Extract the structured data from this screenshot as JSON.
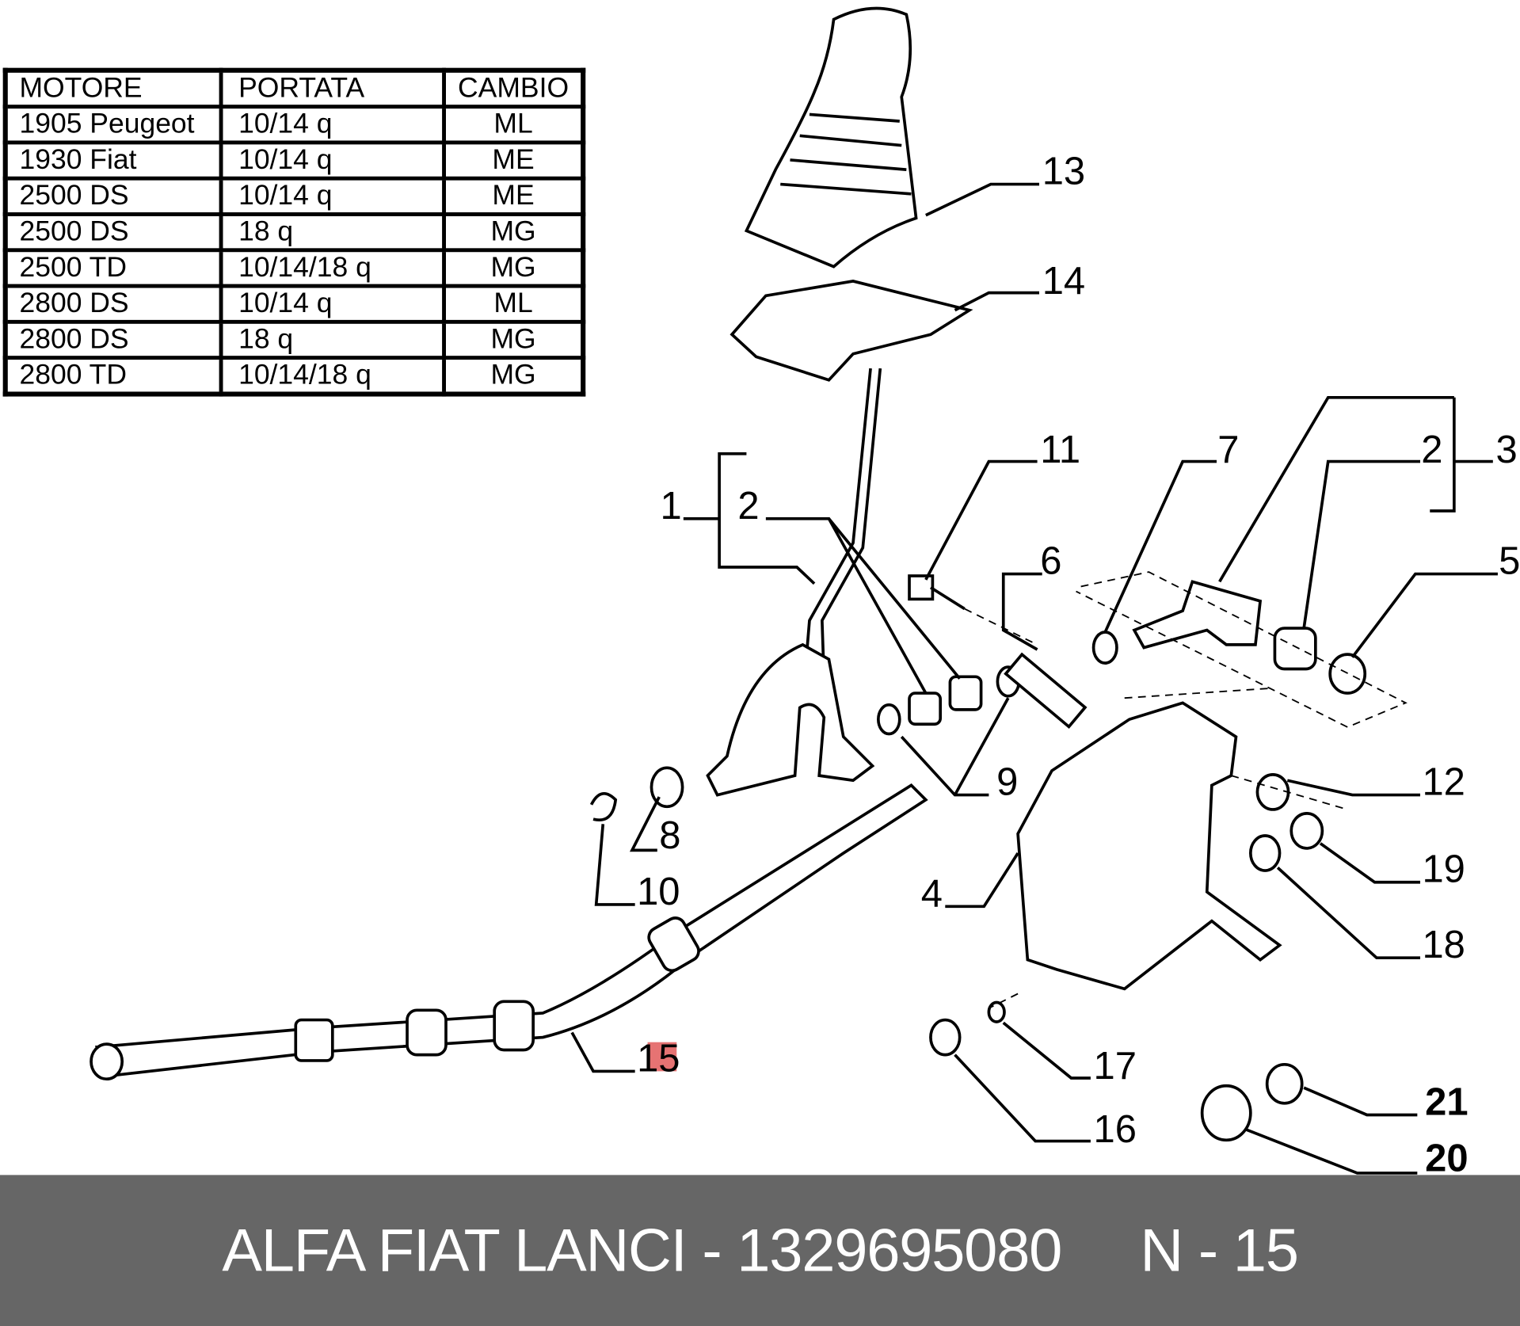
{
  "table": {
    "headers": [
      "MOTORE",
      "PORTATA",
      "CAMBIO"
    ],
    "rows": [
      [
        "1905 Peugeot",
        "10/14 q",
        "ML"
      ],
      [
        "1930 Fiat",
        "10/14 q",
        "ME"
      ],
      [
        "2500 DS",
        "10/14 q",
        "ME"
      ],
      [
        "2500 DS",
        "18 q",
        "MG"
      ],
      [
        "2500 TD",
        "10/14/18 q",
        "MG"
      ],
      [
        "2800 DS",
        "10/14 q",
        "ML"
      ],
      [
        "2800 DS",
        "18 q",
        "MG"
      ],
      [
        "2800 TD",
        "10/14/18 q",
        "MG"
      ]
    ]
  },
  "callouts": {
    "c13": "13",
    "c14": "14",
    "c11": "11",
    "c7": "7",
    "c2a": "2",
    "c3": "3",
    "c1": "1",
    "c2b": "2",
    "c6": "6",
    "c5": "5",
    "c12": "12",
    "c9": "9",
    "c8": "8",
    "c19": "19",
    "c10": "10",
    "c4": "4",
    "c18": "18",
    "c17": "17",
    "c15": "15",
    "c16": "16",
    "c21": "21",
    "c20": "20"
  },
  "highlight_color": "#e05050",
  "footer": {
    "brand": "ALFA FIAT LANCI",
    "part_number": "1329695080",
    "position": "N - 15"
  }
}
